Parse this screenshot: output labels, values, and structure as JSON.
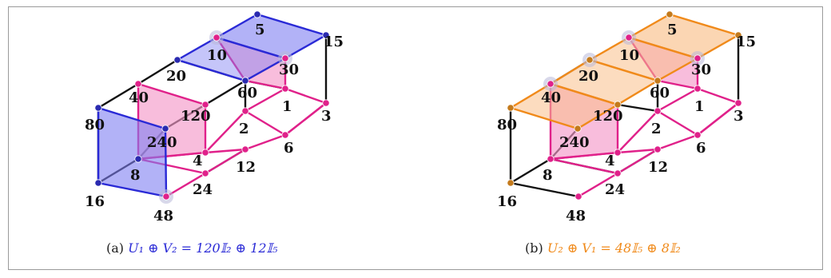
{
  "figures": [
    {
      "id": "a",
      "caption_prefix": "(a)",
      "caption_math": "U₁ ⊕ V₂ = 120𝕀₂ ⊕ 12𝕀₅",
      "accent": "#2a2ad6",
      "labels": {
        "n5": "5",
        "n15": "15",
        "n10": "10",
        "n30": "30",
        "n20": "20",
        "n60": "60",
        "n40": "40",
        "n120": "120",
        "n1": "1",
        "n2": "2",
        "n3": "3",
        "n80": "80",
        "n240": "240",
        "n4": "4",
        "n6": "6",
        "n12": "12",
        "n8": "8",
        "n24": "24",
        "n16": "16",
        "n48": "48"
      }
    },
    {
      "id": "b",
      "caption_prefix": "(b)",
      "caption_math": "U₂ ⊕ V₁ = 48𝕀₅ ⊕ 8𝕀₂",
      "accent": "#f08a1a",
      "labels": {
        "n5": "5",
        "n15": "15",
        "n10": "10",
        "n30": "30",
        "n20": "20",
        "n60": "60",
        "n40": "40",
        "n120": "120",
        "n1": "1",
        "n2": "2",
        "n3": "3",
        "n80": "80",
        "n240": "240",
        "n4": "4",
        "n6": "6",
        "n12": "12",
        "n8": "8",
        "n24": "24",
        "n16": "16",
        "n48": "48"
      }
    }
  ],
  "colors": {
    "magenta": "#e0218a",
    "pink_fill": "#f49ac9",
    "blue_fill": "#7f7ff2",
    "orange_fill": "#f9c08a",
    "blue_node": "#2a2ab0",
    "orange_node": "#c47a1c",
    "black": "#111111"
  }
}
